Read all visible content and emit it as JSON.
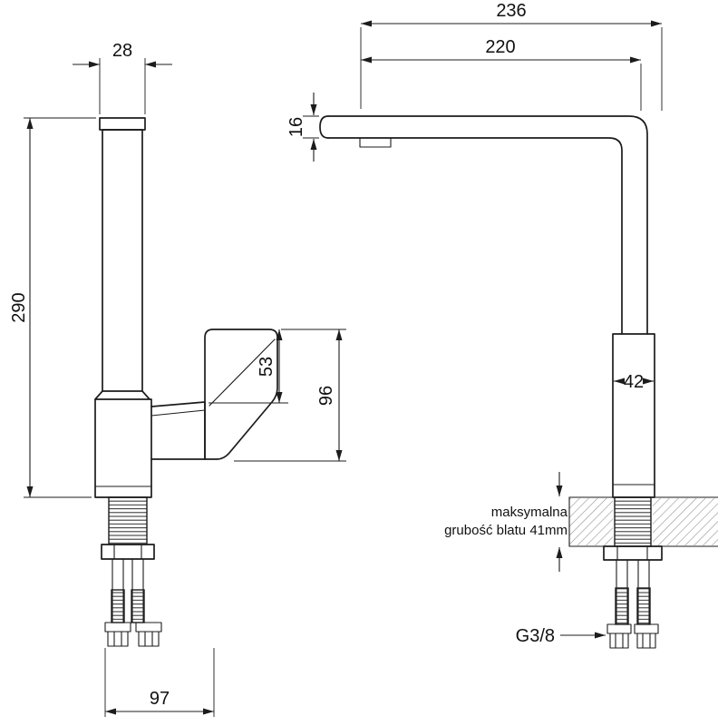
{
  "drawing": {
    "front_view": {
      "dim_spout_width": "28",
      "dim_height": "290",
      "dim_handle_upper": "53",
      "dim_handle_height": "96",
      "dim_base_span": "97"
    },
    "side_view": {
      "dim_overall_depth": "236",
      "dim_spout_reach": "220",
      "dim_spout_thickness": "16",
      "dim_body_diameter": "42",
      "counter_note_line1": "maksymalna",
      "counter_note_line2": "grubość blatu 41mm",
      "thread_size": "G3/8"
    },
    "colors": {
      "line": "#1c1c1c",
      "hatch": "#9a9a9a",
      "background": "#ffffff"
    }
  }
}
